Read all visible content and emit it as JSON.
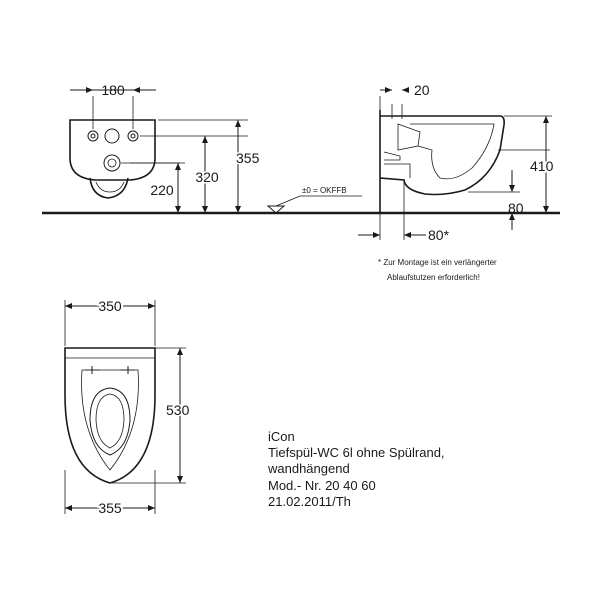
{
  "dimensions": {
    "width_top_left": "180",
    "height_355": "355",
    "height_320": "320",
    "height_220": "220",
    "offset_20": "20",
    "height_410": "410",
    "height_80": "80",
    "depth_80_star": "80*",
    "plan_width_350": "350",
    "plan_depth_530": "530",
    "plan_width_355": "355"
  },
  "floor_marker": "±0 = OKFFB",
  "footnote": {
    "line1": "* Zur Montage ist ein verlängerter",
    "line2": "Ablaufstutzen erforderlich!"
  },
  "info": {
    "series": "iCon",
    "description": "Tiefspül-WC 6l ohne Spülrand,",
    "mounting": "wandhängend",
    "model": "Mod.- Nr. 20 40 60",
    "date": "21.02.2011/Th"
  }
}
